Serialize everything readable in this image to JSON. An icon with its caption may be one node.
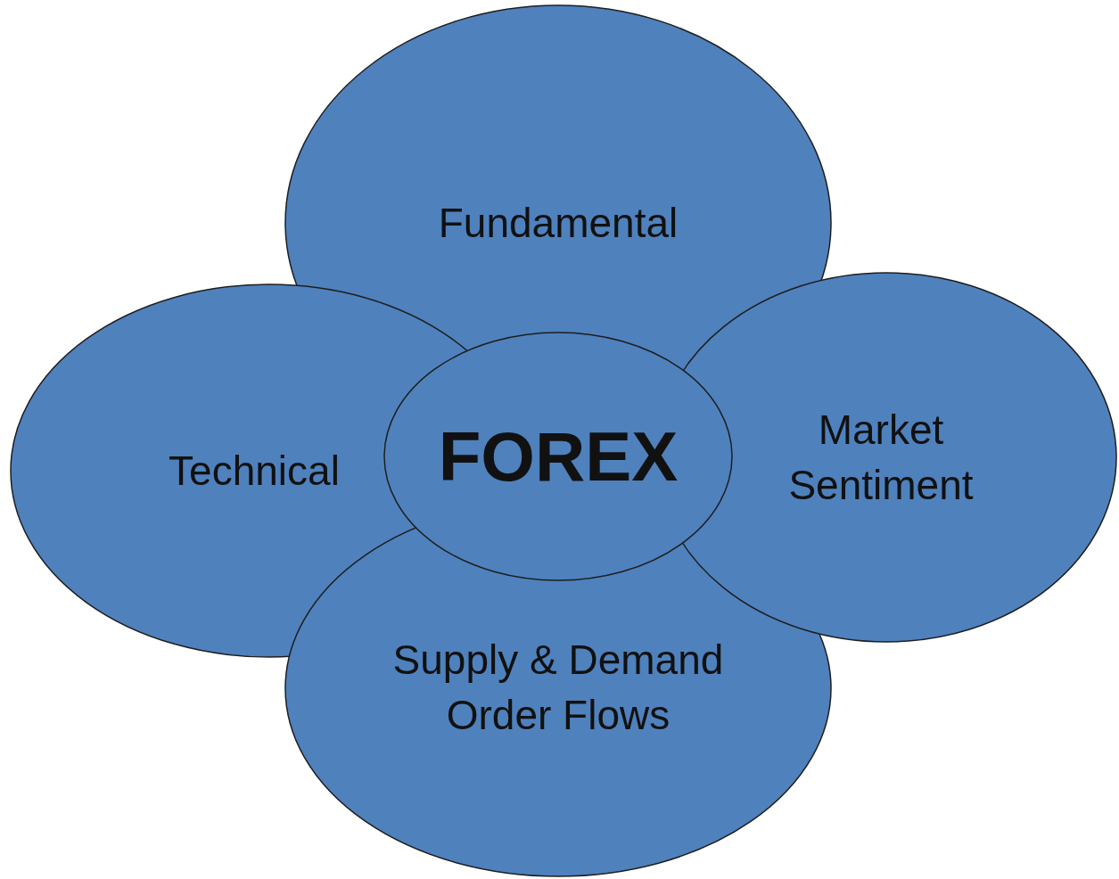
{
  "diagram": {
    "nodes": [
      {
        "text": [
          "Fundamental"
        ]
      },
      {
        "text": [
          "Technical"
        ]
      },
      {
        "text": [
          "FOREX"
        ]
      },
      {
        "text": [
          "Market Sentiment"
        ]
      },
      {
        "text": [
          "Supply & Demand Order Flows"
        ]
      }
    ]
  }
}
